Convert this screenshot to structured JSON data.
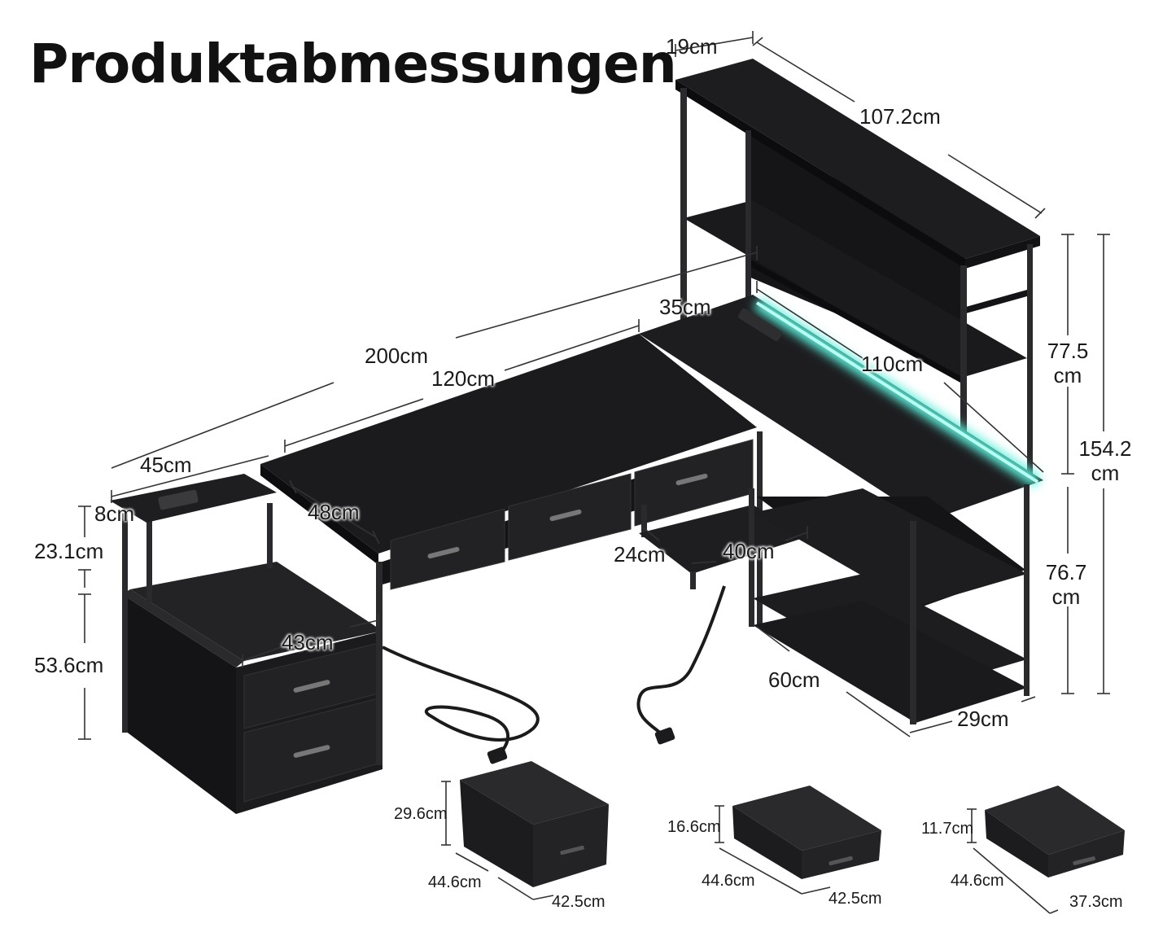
{
  "title": "Produktabmessungen",
  "colors": {
    "wood": "#1b1b1d",
    "wood_side": "#0e0e10",
    "frame": "#2a2a2c",
    "led": "#5ff0dc",
    "dim_line": "#333333"
  },
  "dimensions": {
    "hutch_depth": "19cm",
    "hutch_width": "107.2cm",
    "hutch_height_line1": "77.5",
    "hutch_height_line2": "cm",
    "total_height_line1": "154.2",
    "total_height_line2": "cm",
    "desk_height_line1": "76.7",
    "desk_height_line2": "cm",
    "side_depth": "35cm",
    "side_length": "110cm",
    "total_length": "200cm",
    "main_length": "120cm",
    "cabinet_top_width": "45cm",
    "shelf_thickness": "8cm",
    "cabinet_upper_height": "23.1cm",
    "cabinet_lower_height": "53.6cm",
    "knee_gap": "48cm",
    "cabinet_depth": "43cm",
    "footrest_depth": "24cm",
    "footrest_width": "40cm",
    "shelf_unit_width": "60cm",
    "shelf_unit_depth": "29cm"
  },
  "drawers": [
    {
      "height": "29.6cm",
      "depth": "44.6cm",
      "width": "42.5cm"
    },
    {
      "height": "16.6cm",
      "depth": "44.6cm",
      "width": "42.5cm"
    },
    {
      "height": "11.7cm",
      "depth": "44.6cm",
      "width": "37.3cm"
    }
  ]
}
